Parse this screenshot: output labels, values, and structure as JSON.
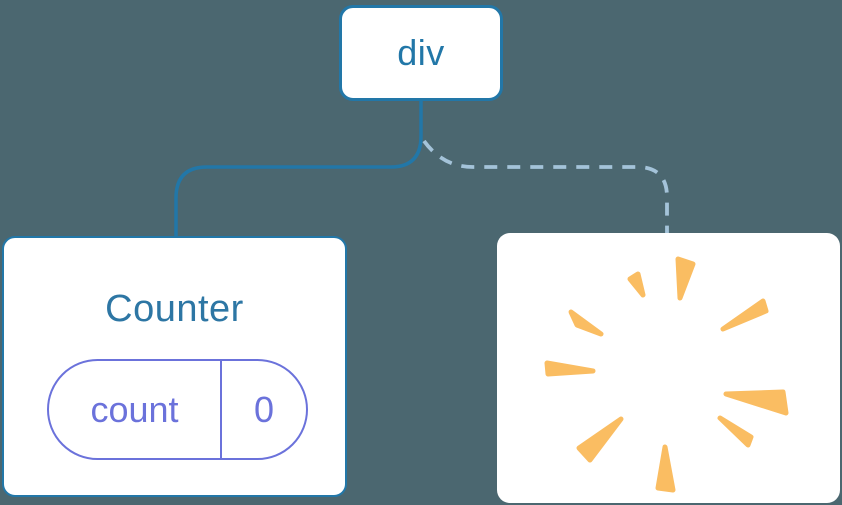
{
  "colors": {
    "bg": "#4B6770",
    "blue": "#2277A8",
    "title-blue": "#2D76A4",
    "purple": "#6B72DB",
    "dashed-blue": "#A4C3D9",
    "orange": "#FABD62",
    "card-bg": "#FFFFFF"
  },
  "tree": {
    "root_label": "div",
    "counter": {
      "title": "Counter",
      "state_key": "count",
      "state_value": "0"
    },
    "removed": {
      "icon": "poof-starburst"
    }
  }
}
